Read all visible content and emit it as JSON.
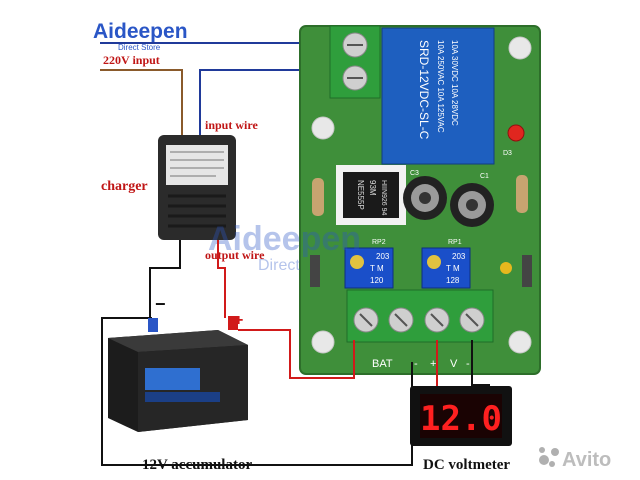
{
  "brand": {
    "name": "Aideepen",
    "tagline": "Direct Store",
    "watermark_name": "Aideepen",
    "watermark_tagline": "Direct"
  },
  "labels": {
    "mains_input": "220V input",
    "input_wire": "input wire",
    "charger": "charger",
    "output_wire": "output wire",
    "minus": "−",
    "plus": "+",
    "battery": "12V accumulator",
    "voltmeter": "DC voltmeter",
    "avito": "Avito"
  },
  "board": {
    "relay_lines": [
      "SRD-12VDC-SL-C",
      "10A 250VAC 10A 125VAC",
      "10A 30VDC 10A 28VDC"
    ],
    "chip_lines": [
      "NE555P",
      "93M",
      "HIIN926 94"
    ],
    "pot_left": {
      "label": "RP2",
      "lines": [
        "203",
        "T M",
        "120"
      ]
    },
    "pot_right": {
      "label": "RP1",
      "lines": [
        "203",
        "T M",
        "128"
      ]
    },
    "terminal_labels": {
      "bat": "BAT",
      "minus": "-",
      "plus": "+",
      "v": "V",
      "dash": "-"
    },
    "led_label": "D3",
    "cap_labels": [
      "C3",
      "C1"
    ]
  },
  "voltmeter_reading": "12.0",
  "colors": {
    "pcb": "#3f8f3a",
    "pcb_dark": "#2d6e2a",
    "terminal": "#2f9e3c",
    "relay": "#1e5fbf",
    "pot": "#1a4fc9",
    "wire_red": "#d11a1a",
    "wire_black": "#111111",
    "wire_blue": "#203a9a",
    "wire_brown": "#8a5a2b",
    "label_red": "#c01515",
    "led_digit": "#ff2020",
    "brand_blue": "#2a56c6"
  }
}
